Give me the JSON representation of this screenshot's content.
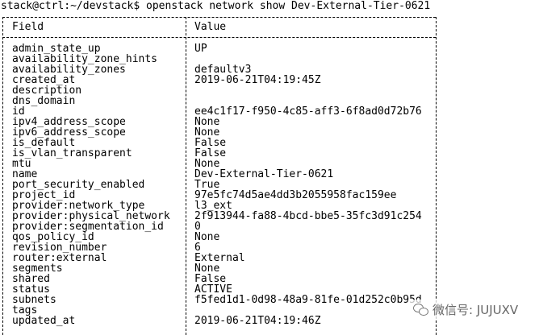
{
  "terminal": {
    "prompt": "stack@ctrl:~/devstack$ openstack network show Dev-External-Tier-0621"
  },
  "table": {
    "headers": {
      "field": "Field",
      "value": "Value"
    },
    "rows": [
      {
        "field": "admin_state_up",
        "value": "UP"
      },
      {
        "field": "availability_zone_hints",
        "value": ""
      },
      {
        "field": "availability_zones",
        "value": "defaultv3"
      },
      {
        "field": "created_at",
        "value": "2019-06-21T04:19:45Z"
      },
      {
        "field": "description",
        "value": ""
      },
      {
        "field": "dns_domain",
        "value": ""
      },
      {
        "field": "id",
        "value": "ee4c1f17-f950-4c85-aff3-6f8ad0d72b76"
      },
      {
        "field": "ipv4_address_scope",
        "value": "None"
      },
      {
        "field": "ipv6_address_scope",
        "value": "None"
      },
      {
        "field": "is_default",
        "value": "False"
      },
      {
        "field": "is_vlan_transparent",
        "value": "False"
      },
      {
        "field": "mtu",
        "value": "None"
      },
      {
        "field": "name",
        "value": "Dev-External-Tier-0621"
      },
      {
        "field": "port_security_enabled",
        "value": "True"
      },
      {
        "field": "project_id",
        "value": "97e5fc74d5ae4dd3b2055958fac159ee"
      },
      {
        "field": "provider:network_type",
        "value": "l3_ext"
      },
      {
        "field": "provider:physical_network",
        "value": "2f913944-fa88-4bcd-bbe5-35fc3d91c254"
      },
      {
        "field": "provider:segmentation_id",
        "value": "0"
      },
      {
        "field": "qos_policy_id",
        "value": "None"
      },
      {
        "field": "revision_number",
        "value": "6"
      },
      {
        "field": "router:external",
        "value": "External"
      },
      {
        "field": "segments",
        "value": "None"
      },
      {
        "field": "shared",
        "value": "False"
      },
      {
        "field": "status",
        "value": "ACTIVE"
      },
      {
        "field": "subnets",
        "value": "f5fed1d1-0d98-48a9-81fe-01d252c0b95d"
      },
      {
        "field": "tags",
        "value": ""
      },
      {
        "field": "updated_at",
        "value": "2019-06-21T04:19:46Z"
      }
    ]
  },
  "watermark": {
    "icon": "wechat-icon",
    "text": "微信号: JUJUXV"
  }
}
